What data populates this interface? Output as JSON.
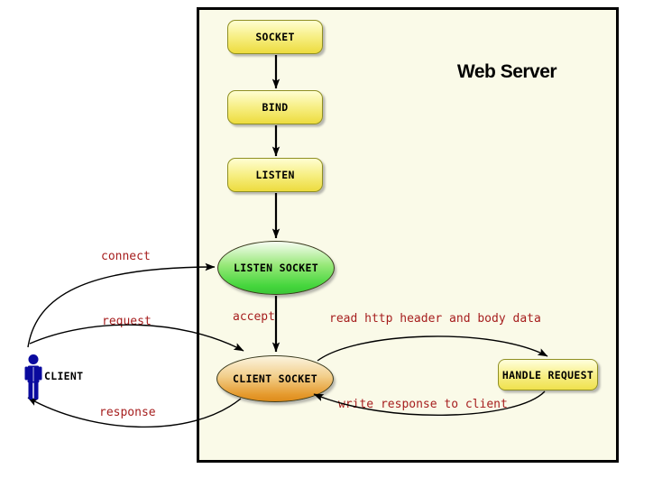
{
  "title": {
    "server": "Web Server"
  },
  "nodes": {
    "socket": "SOCKET",
    "bind": "BIND",
    "listen": "LISTEN",
    "listen_socket": "LISTEN SOCKET",
    "client_socket": "CLIENT SOCKET",
    "handle_request": "HANDLE REQUEST",
    "client": "CLIENT"
  },
  "edge_labels": {
    "connect": "connect",
    "request": "request",
    "response": "response",
    "accept": "accept",
    "read_request": "read http header and body data",
    "write_response": "write response to client"
  },
  "colors": {
    "server_background": "#FAFAE8",
    "process_box_yellow_top": "#FFFED2",
    "process_box_yellow_bottom": "#EDDC3E",
    "process_box_border_olive": "#8F8F23",
    "listen_socket_green": "#44D63C",
    "client_socket_orange": "#E59A2E",
    "edge_label_red": "#A61E1E",
    "client_figure_navy": "#0A0A9E",
    "arrow_black": "#000000"
  }
}
